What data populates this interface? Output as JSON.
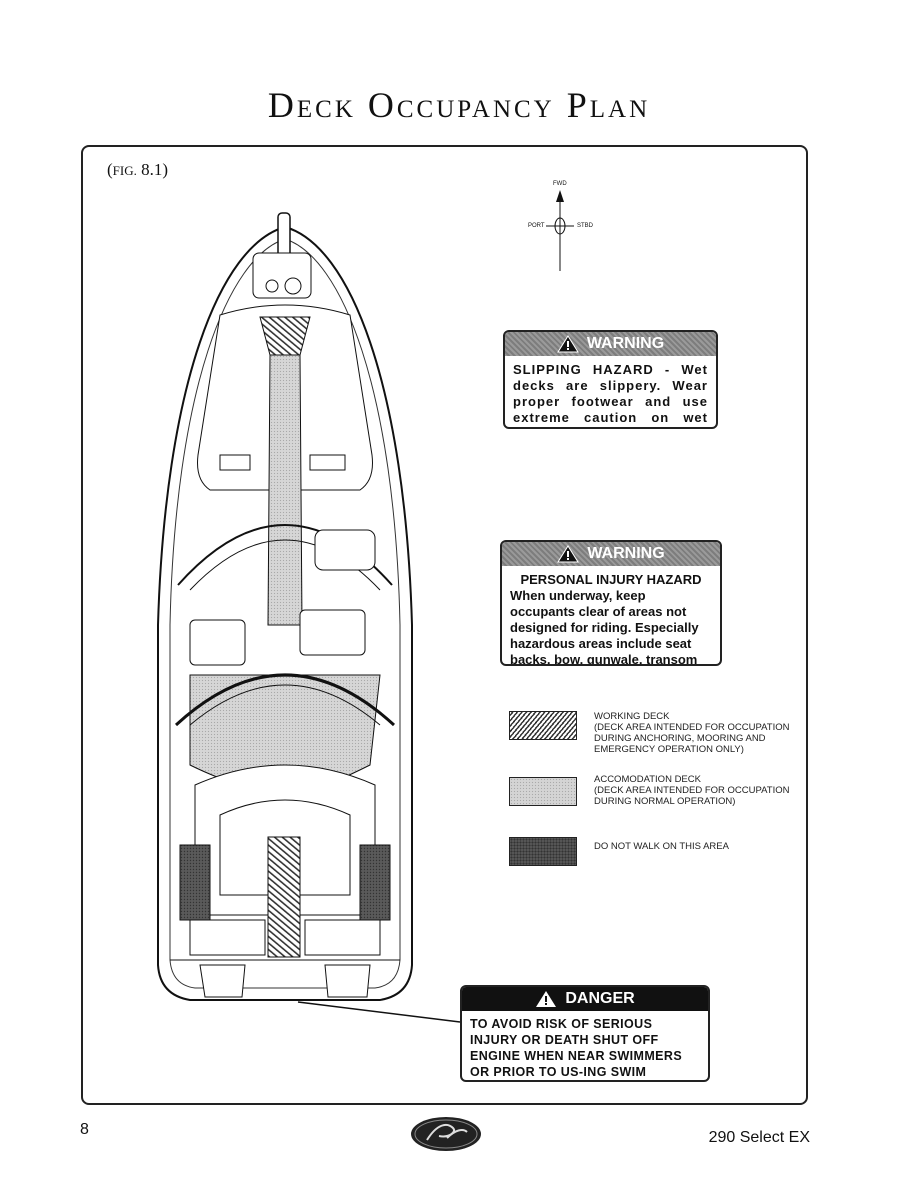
{
  "title": "Deck Occupancy Plan",
  "figure": {
    "prefix": "(",
    "fig_word": "FIG.",
    "number": " 8.1)"
  },
  "compass": {
    "fwd": "FWD",
    "port": "PORT",
    "stbd": "STBD"
  },
  "warning1": {
    "header": "WARNING",
    "text": "SLIPPING HAZARD - Wet decks are slippery. Wear proper footwear and use extreme caution on wet surfaces."
  },
  "warning2": {
    "header": "WARNING",
    "heading": "PERSONAL INJURY HAZARD",
    "text": "When underway, keep occupants clear of areas not designed for riding. Especially hazardous areas include seat backs, bow, gunwale, transom platform and fore and aft decks."
  },
  "legend": {
    "working": "WORKING DECK\n(DECK AREA INTENDED FOR OCCUPATION\nDURING ANCHORING, MOORING AND\nEMERGENCY OPERATION ONLY)",
    "accommodation": "ACCOMODATION DECK\n(DECK AREA INTENDED FOR OCCUPATION\nDURING NORMAL OPERATION)",
    "no_walk": "DO NOT WALK ON THIS AREA"
  },
  "danger": {
    "header": "DANGER",
    "text": "TO AVOID RISK OF SERIOUS INJURY OR DEATH SHUT OFF ENGINE WHEN NEAR SWIMMERS OR PRIOR TO US-ING SWIM PLATFORM AND BOARD-ING LADDER."
  },
  "footer": {
    "page_number": "8",
    "model": "290 Select EX"
  },
  "icons": {
    "warning": "warning-triangle-icon",
    "logo": "brand-logo"
  },
  "colors": {
    "frame": "#222222",
    "danger_header": "#111111",
    "warning_header": "#888888"
  }
}
